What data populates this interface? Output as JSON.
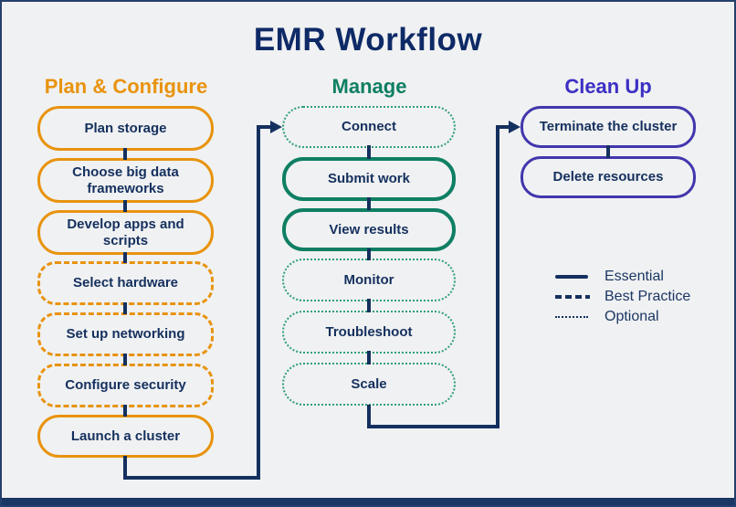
{
  "title": "EMR Workflow",
  "colors": {
    "navy": "#14305E",
    "orange": "#E8930E",
    "teal": "#0E7F63",
    "teal_light": "#2F9E7B",
    "purple": "#4236AD",
    "purple_heading": "#3C2FC4",
    "bg": "#F0F1F2",
    "frame": "#24406E"
  },
  "columns": [
    {
      "heading": "Plan & Configure",
      "items": [
        {
          "label": "Plan storage",
          "style": "essential"
        },
        {
          "label": "Choose big data frameworks",
          "style": "essential"
        },
        {
          "label": "Develop apps and scripts",
          "style": "essential"
        },
        {
          "label": "Select hardware",
          "style": "best-practice"
        },
        {
          "label": "Set up networking",
          "style": "best-practice"
        },
        {
          "label": "Configure security",
          "style": "best-practice"
        },
        {
          "label": "Launch a cluster",
          "style": "essential"
        }
      ]
    },
    {
      "heading": "Manage",
      "items": [
        {
          "label": "Connect",
          "style": "optional"
        },
        {
          "label": "Submit work",
          "style": "essential"
        },
        {
          "label": "View results",
          "style": "essential"
        },
        {
          "label": "Monitor",
          "style": "optional"
        },
        {
          "label": "Troubleshoot",
          "style": "optional"
        },
        {
          "label": "Scale",
          "style": "optional"
        }
      ]
    },
    {
      "heading": "Clean Up",
      "items": [
        {
          "label": "Terminate the cluster",
          "style": "essential"
        },
        {
          "label": "Delete resources",
          "style": "essential"
        }
      ]
    }
  ],
  "legend": {
    "entries": [
      {
        "label": "Essential",
        "line": "solid"
      },
      {
        "label": "Best Practice",
        "line": "dashed"
      },
      {
        "label": "Optional",
        "line": "dotted"
      }
    ]
  }
}
